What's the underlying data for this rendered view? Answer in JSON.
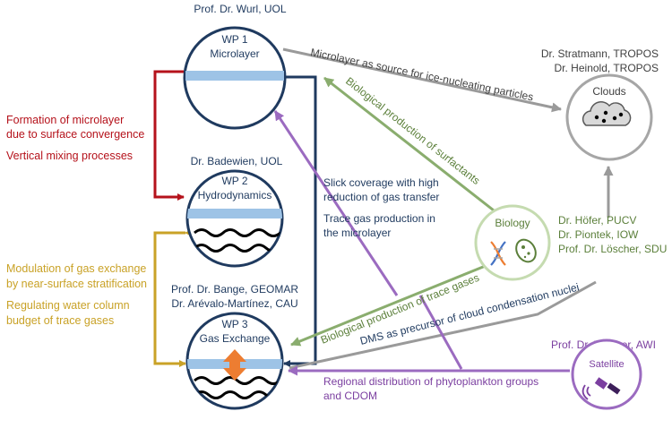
{
  "colors": {
    "navy": "#1f3a5f",
    "dark_red": "#b5121b",
    "gold": "#c9a227",
    "green": "#8aad6e",
    "green_text": "#5b7f3a",
    "purple": "#9b6bc0",
    "purple_text": "#7b3fa0",
    "gray": "#9a9a9a",
    "band": "#9dc3e6",
    "orange": "#ed7d31"
  },
  "wp1": {
    "person": "Prof. Dr. Wurl, UOL",
    "title": "WP 1",
    "subtitle": "Microlayer"
  },
  "wp2": {
    "person": "Dr. Badewien, UOL",
    "title": "WP 2",
    "subtitle": "Hydrodynamics"
  },
  "wp3": {
    "person1": "Prof. Dr. Bange, GEOMAR",
    "person2": "Dr. Arévalo-Martínez, CAU",
    "title": "WP 3",
    "subtitle": "Gas Exchange"
  },
  "clouds": {
    "person1": "Dr. Stratmann, TROPOS",
    "person2": "Dr. Heinold, TROPOS",
    "label": "Clouds"
  },
  "biology": {
    "label": "Biology",
    "person1": "Dr. Höfer, PUCV",
    "person2": "Dr. Piontek, IOW",
    "person3": "Prof. Dr. Löscher, SDU"
  },
  "satellite": {
    "label": "Satellite",
    "person": "Prof. Dr. Bracher, AWI"
  },
  "left_notes": {
    "red_line1": "Formation of microlayer",
    "red_line2": "due to surface convergence",
    "red_line3": "Vertical mixing processes",
    "gold_line1": "Modulation of gas exchange",
    "gold_line2": "by near-surface stratification",
    "gold_line3": "Regulating water column",
    "gold_line4": "budget of trace gases"
  },
  "center_notes": {
    "line1": "Slick coverage with high",
    "line2": "reduction of gas transfer",
    "line3": "Trace gas production in",
    "line4": "the microlayer"
  },
  "arrows": {
    "microlayer_ice": "Microlayer as source for ice-nucleating particles",
    "bio_surfactants": "Biological production of surfactants",
    "bio_trace_gases": "Biological production of trace gases",
    "dms": "DMS as precursor of cloud condensation nuclei",
    "regional_line1": "Regional distribution of phytoplankton groups",
    "regional_line2": "and CDOM"
  }
}
